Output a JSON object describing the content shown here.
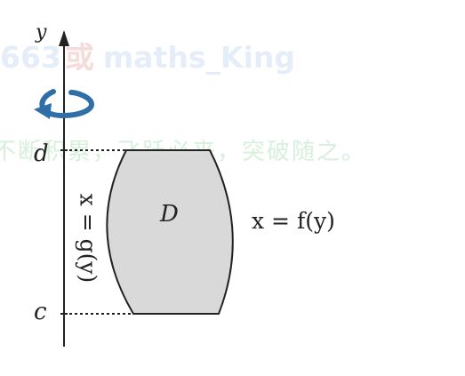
{
  "watermark": {
    "top_number": "663",
    "top_cn": "或",
    "top_en": "maths_King",
    "slogan": "不断积累，飞跃必来，突破随之。"
  },
  "labels": {
    "axis_y": "y",
    "d": "d",
    "c": "c",
    "region": "D",
    "right_curve": "x = f(y)",
    "left_curve": "x = g(y)"
  },
  "colors": {
    "region_fill": "#d9d9d9",
    "stroke": "#222222",
    "rotation_arrow": "#2f6fa8"
  }
}
